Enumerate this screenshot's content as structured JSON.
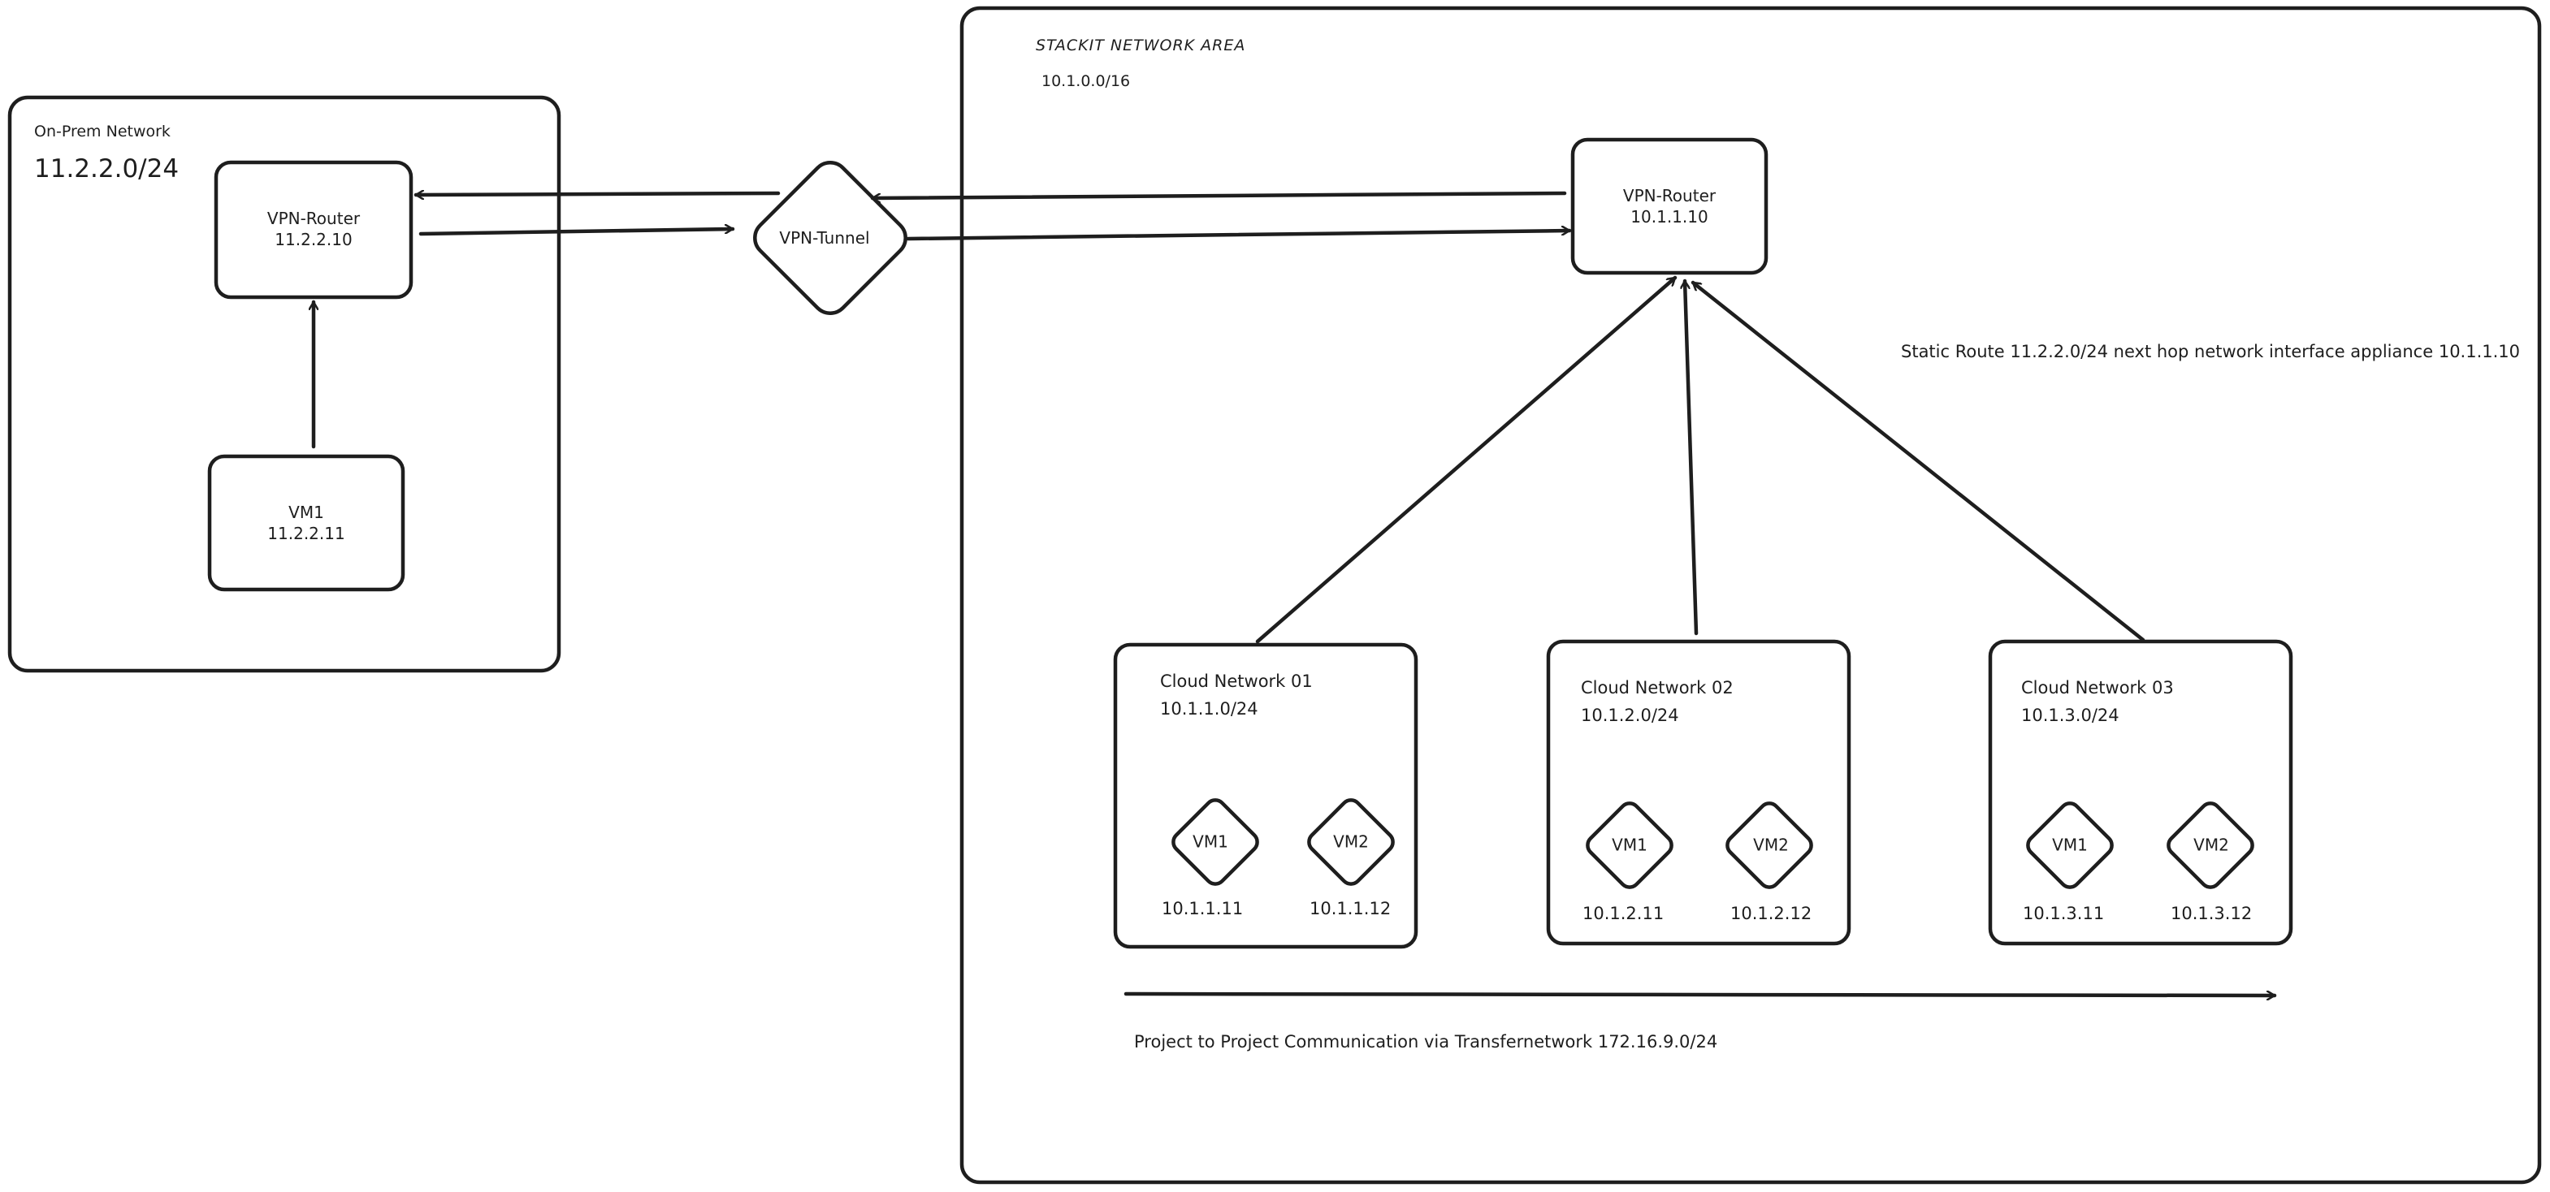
{
  "onprem": {
    "title": "On-Prem Network",
    "cidr": "11.2.2.0/24",
    "router": {
      "name": "VPN-Router",
      "ip": "11.2.2.10"
    },
    "vm": {
      "name": "VM1",
      "ip": "11.2.2.11"
    }
  },
  "tunnel": {
    "label": "VPN-Tunnel"
  },
  "stackit": {
    "title": "STACKIT NETWORK AREA",
    "cidr": "10.1.0.0/16",
    "router": {
      "name": "VPN-Router",
      "ip": "10.1.1.10"
    },
    "static_route": "Static Route 11.2.2.0/24 next hop network interface appliance 10.1.1.10",
    "transfer": "Project to Project Communication via Transfernetwork 172.16.9.0/24",
    "networks": [
      {
        "name": "Cloud Network 01",
        "cidr": "10.1.1.0/24",
        "vms": [
          {
            "name": "VM1",
            "ip": "10.1.1.11"
          },
          {
            "name": "VM2",
            "ip": "10.1.1.12"
          }
        ]
      },
      {
        "name": "Cloud Network 02",
        "cidr": "10.1.2.0/24",
        "vms": [
          {
            "name": "VM1",
            "ip": "10.1.2.11"
          },
          {
            "name": "VM2",
            "ip": "10.1.2.12"
          }
        ]
      },
      {
        "name": "Cloud Network 03",
        "cidr": "10.1.3.0/24",
        "vms": [
          {
            "name": "VM1",
            "ip": "10.1.3.11"
          },
          {
            "name": "VM2",
            "ip": "10.1.3.12"
          }
        ]
      }
    ]
  },
  "colors": {
    "stroke": "#1e1e1e",
    "background": "#ffffff"
  }
}
